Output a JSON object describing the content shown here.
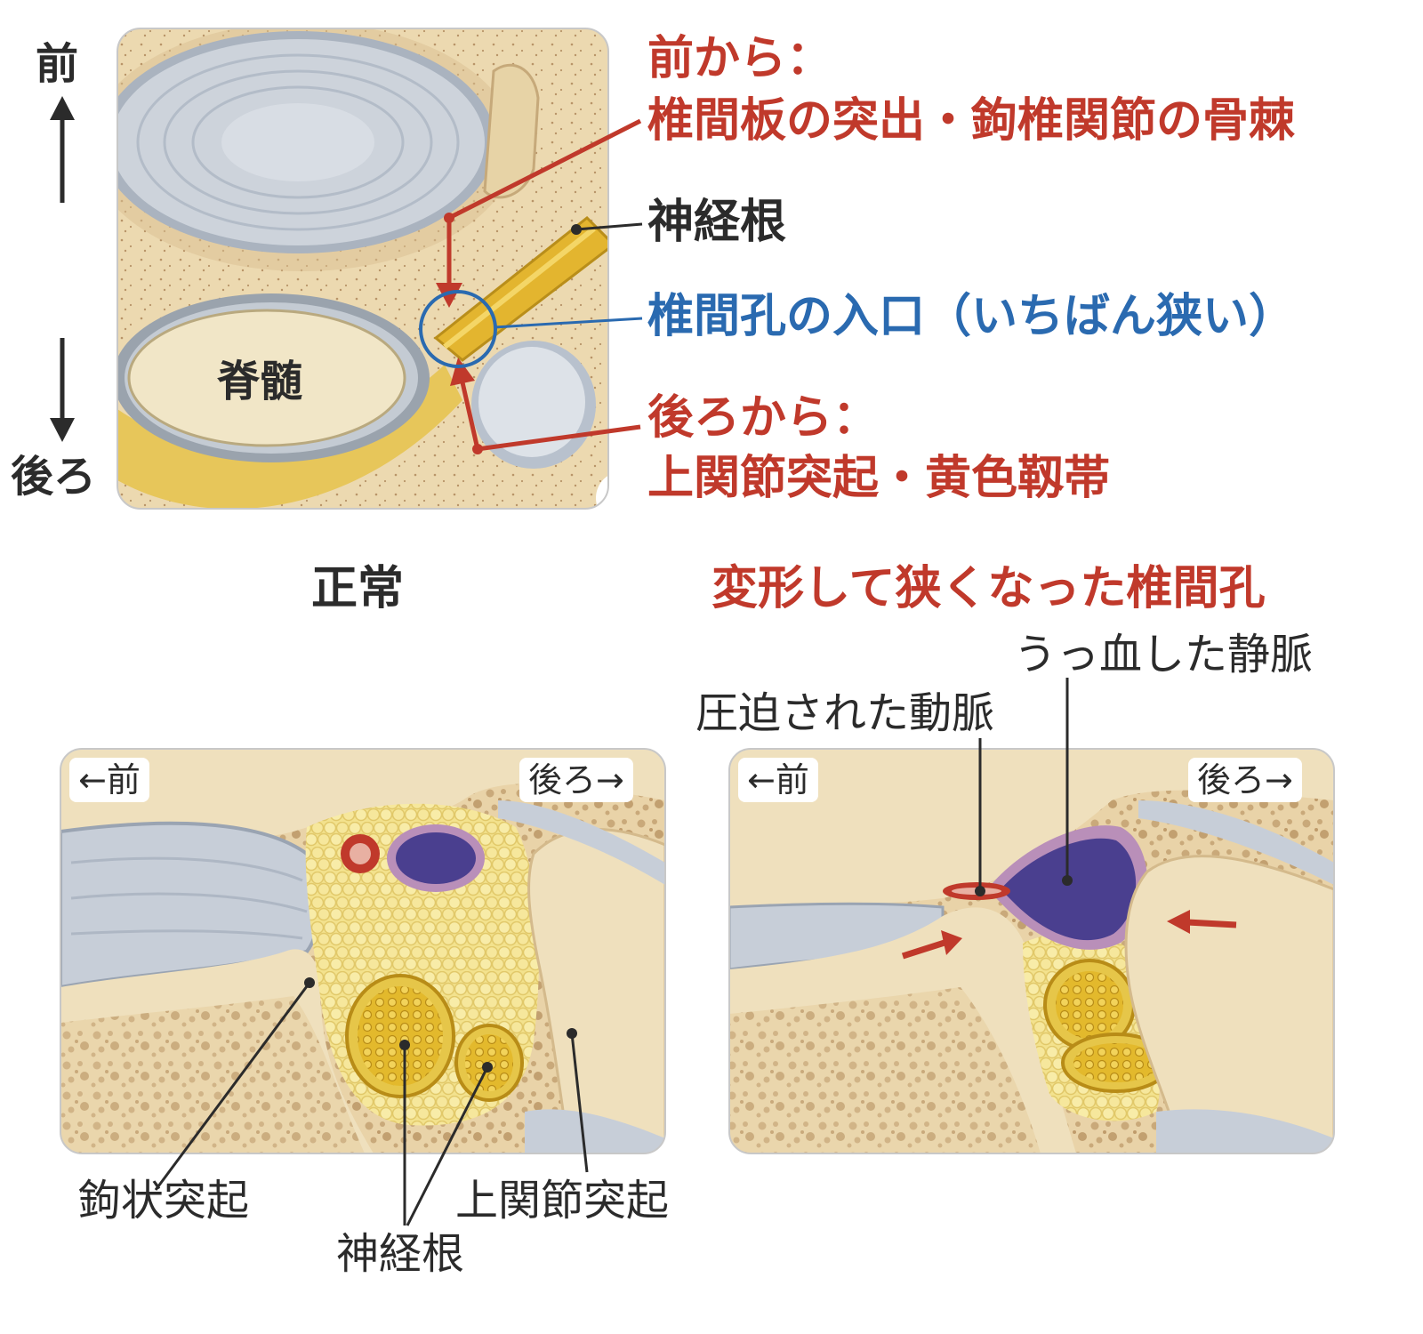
{
  "top": {
    "dir_front": "前",
    "dir_back": "後ろ",
    "spinal_cord": "脊髄",
    "front_title": "前から：",
    "front_desc": "椎間板の突出・鉤椎関節の骨棘",
    "nerve_root": "神経根",
    "foramen_entry": "椎間孔の入口（いちばん狭い）",
    "back_title": "後ろから：",
    "back_desc": "上関節突起・黄色靱帯"
  },
  "normal": {
    "title": "正常",
    "badge_front": "←前",
    "badge_back": "後ろ→",
    "uncinate": "鉤状突起",
    "superior_facet": "上関節突起",
    "nerve_root": "神経根"
  },
  "narrowed": {
    "title": "変形して狭くなった椎間孔",
    "badge_front": "←前",
    "badge_back": "後ろ→",
    "vein": "うっ血した静脈",
    "artery": "圧迫された動脈"
  },
  "colors": {
    "red": "#c0392b",
    "blue": "#2a6ab0",
    "bone": "#eedcb4",
    "disc": "#bfc7d2",
    "nerve": "#e8c43a",
    "vein": "#4a3f8f"
  }
}
